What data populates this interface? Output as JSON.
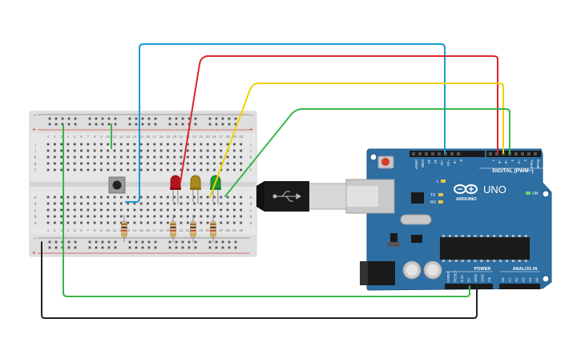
{
  "breadboard": {
    "row_letters_top": [
      "j",
      "i",
      "h",
      "g",
      "f"
    ],
    "row_letters_bottom": [
      "e",
      "d",
      "c",
      "b",
      "a"
    ],
    "column_numbers": [
      "1",
      "2",
      "3",
      "4",
      "5",
      "6",
      "7",
      "8",
      "9",
      "10",
      "11",
      "12",
      "13",
      "14",
      "15",
      "16",
      "17",
      "18",
      "19",
      "20",
      "21",
      "22",
      "23",
      "24",
      "25",
      "26",
      "27",
      "28",
      "29",
      "30"
    ],
    "rail_plus": "+",
    "rail_minus": "−"
  },
  "arduino": {
    "board_name": "UNO",
    "brand": "ARDUINO",
    "digital_header": "DIGITAL (PWM~)",
    "power_header": "POWER",
    "analog_header": "ANALOG IN",
    "on_led_label": "ON",
    "l_led_label": "L",
    "tx_label": "TX",
    "rx_label": "RX",
    "digital_pins": [
      "AREF",
      "GND",
      "13",
      "12",
      "~11",
      "~10",
      "~9",
      "8",
      "7",
      "~6",
      "~5",
      "4",
      "~3",
      "2",
      "TX▸1",
      "RX◂0"
    ],
    "power_pins": [
      "IOREF",
      "RESET",
      "3.3V",
      "5V",
      "GND",
      "GND",
      "Vin"
    ],
    "analog_pins": [
      "A0",
      "A1",
      "A2",
      "A3",
      "A4",
      "A5"
    ]
  },
  "components": {
    "leds": [
      {
        "name": "red",
        "color": "#b3141a"
      },
      {
        "name": "yellow",
        "color": "#a8891a"
      },
      {
        "name": "green",
        "color": "#1d9a2e"
      }
    ],
    "resistor_count": 4
  },
  "colors": {
    "wire_blue": "#1a9ad6",
    "wire_red": "#d9262b",
    "wire_yellow": "#f2d200",
    "wire_green": "#3ab54a",
    "wire_black": "#222222",
    "board_blue": "#2d6ea3",
    "breadboard": "#e7e7e7"
  }
}
